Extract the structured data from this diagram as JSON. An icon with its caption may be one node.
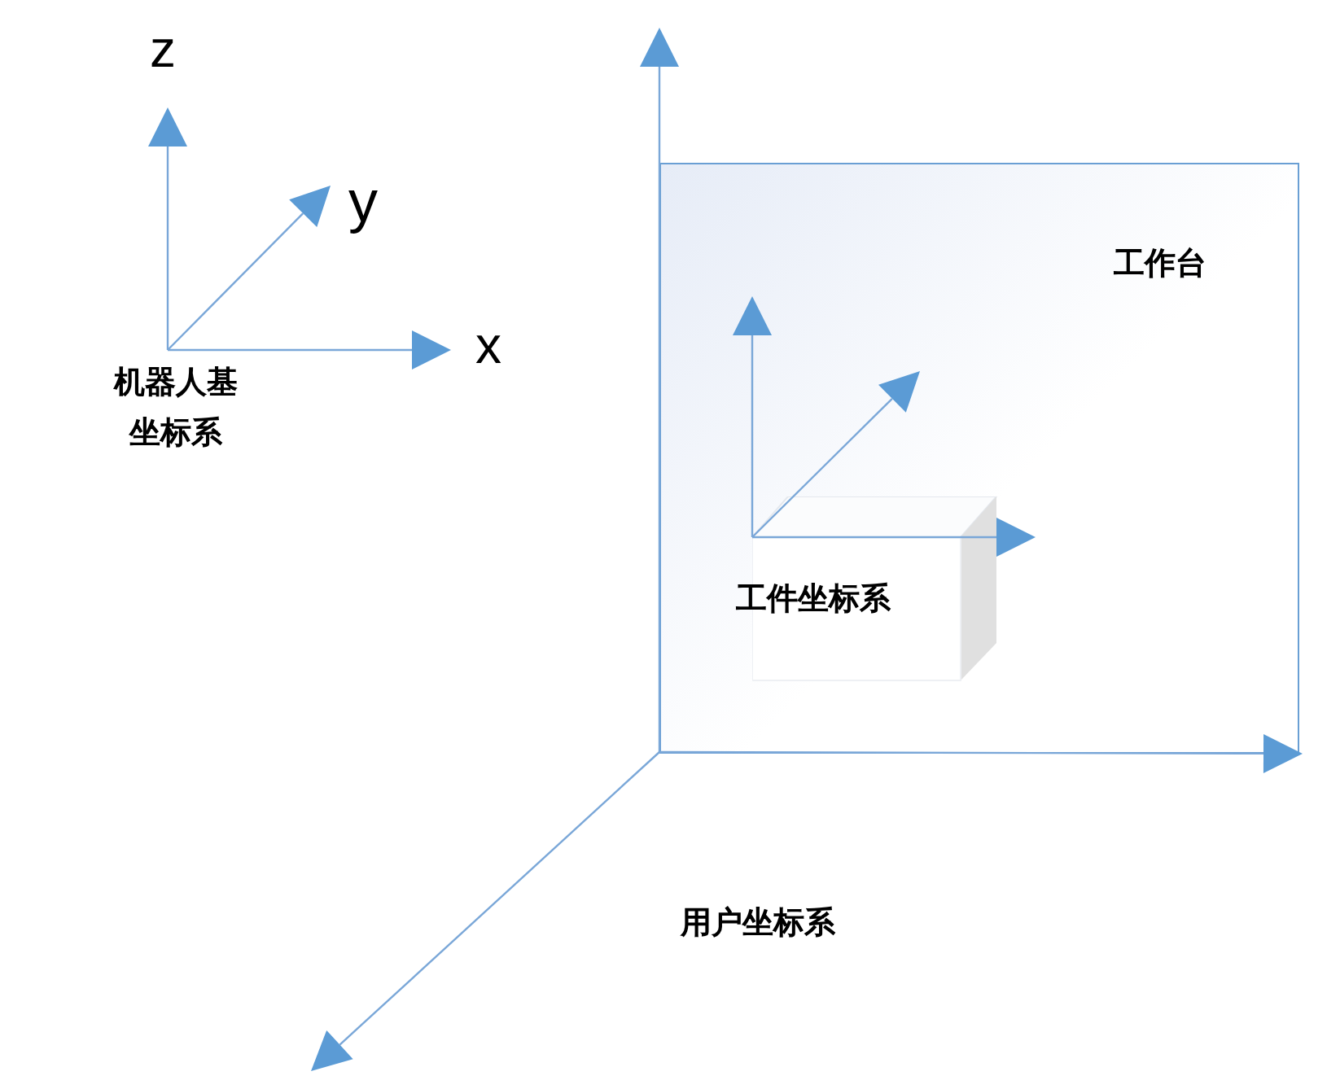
{
  "diagram": {
    "nodes": [
      {
        "text": [
          "工作台"
        ]
      },
      {
        "text": [
          "工件坐标系"
        ],
        "in": 0
      }
    ],
    "labels": [
      "z",
      "y",
      "x",
      "机器人基坐标系",
      "用户坐标系"
    ]
  }
}
